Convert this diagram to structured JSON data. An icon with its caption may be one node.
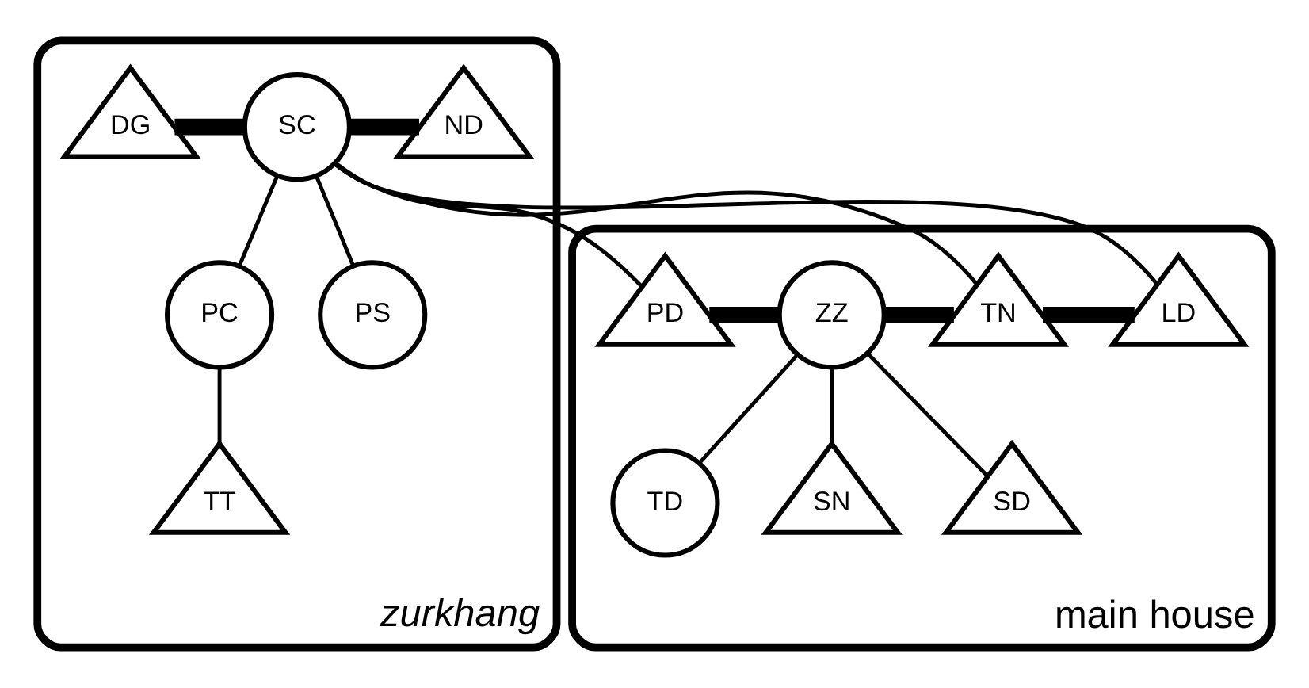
{
  "diagram": {
    "nodes": [
      {
        "text": [
          "main house"
        ]
      },
      {
        "text": [
          "zurkhang"
        ]
      },
      {
        "text": [
          "DG"
        ],
        "in": 1
      },
      {
        "text": [
          "SC"
        ],
        "in": 1
      },
      {
        "text": [
          "ND"
        ],
        "in": 1
      },
      {
        "text": [
          "PD"
        ],
        "in": 0
      },
      {
        "text": [
          "ZZ"
        ],
        "in": 0
      },
      {
        "text": [
          "TN"
        ],
        "in": 0
      },
      {
        "text": [
          "LD"
        ],
        "in": 0
      },
      {
        "text": [
          "PC"
        ],
        "in": 1
      },
      {
        "text": [
          "PS"
        ],
        "in": 1
      },
      {
        "text": [
          "TD"
        ],
        "in": 0
      },
      {
        "text": [
          "SN"
        ],
        "in": 0
      },
      {
        "text": [
          "SD"
        ],
        "in": 0
      },
      {
        "text": [
          "TT"
        ],
        "in": 1
      }
    ],
    "edges": [
      {
        "from": 2,
        "to": 3,
        "arrow": "none",
        "style": "thick"
      },
      {
        "from": 3,
        "to": 4,
        "arrow": "none",
        "style": "thick"
      },
      {
        "from": 5,
        "to": 6,
        "arrow": "none",
        "style": "thick"
      },
      {
        "from": 6,
        "to": 7,
        "arrow": "none",
        "style": "thick"
      },
      {
        "from": 7,
        "to": 8,
        "arrow": "none",
        "style": "thick"
      },
      {
        "from": 3,
        "to": 5,
        "arrow": "none"
      },
      {
        "from": 3,
        "to": 7,
        "arrow": "none"
      },
      {
        "from": 3,
        "to": 8,
        "arrow": "none"
      },
      {
        "from": 3,
        "to": 9,
        "arrow": "none"
      },
      {
        "from": 3,
        "to": 10,
        "arrow": "none"
      },
      {
        "from": 6,
        "to": 11,
        "arrow": "none"
      },
      {
        "from": 6,
        "to": 12,
        "arrow": "none"
      },
      {
        "from": 6,
        "to": 13,
        "arrow": "none"
      },
      {
        "from": 9,
        "to": 14,
        "arrow": "none"
      }
    ]
  }
}
